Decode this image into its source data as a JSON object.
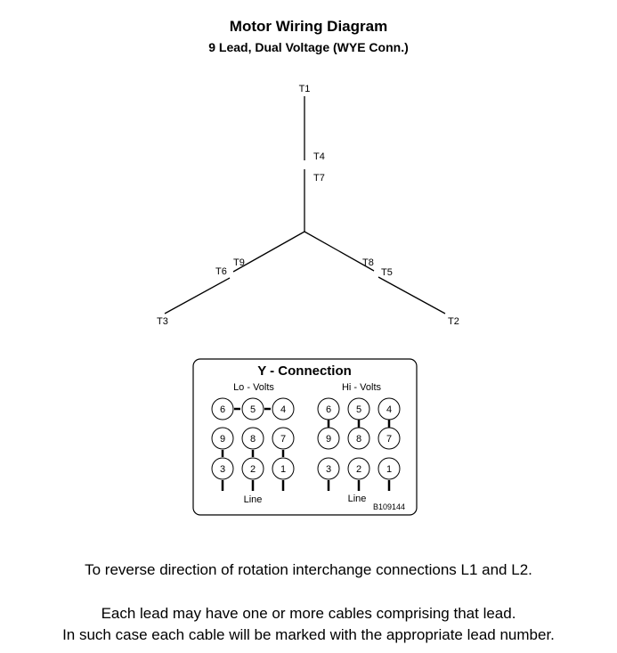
{
  "header": {
    "title": "Motor Wiring Diagram",
    "subtitle": "9 Lead, Dual Voltage (WYE Conn.)"
  },
  "wye_labels": {
    "t1": "T1",
    "t4": "T4",
    "t7": "T7",
    "t9": "T9",
    "t6": "T6",
    "t3": "T3",
    "t8": "T8",
    "t5": "T5",
    "t2": "T2"
  },
  "connection_box": {
    "title": "Y - Connection",
    "lo_title": "Lo - Volts",
    "hi_title": "Hi - Volts",
    "lo_line_label": "Line",
    "hi_line_label": "Line",
    "part_number": "B109144",
    "lo_rows": [
      [
        "6",
        "5",
        "4"
      ],
      [
        "9",
        "8",
        "7"
      ],
      [
        "3",
        "2",
        "1"
      ]
    ],
    "hi_rows": [
      [
        "6",
        "5",
        "4"
      ],
      [
        "9",
        "8",
        "7"
      ],
      [
        "3",
        "2",
        "1"
      ]
    ]
  },
  "notes": {
    "reverse": "To reverse direction of rotation interchange connections L1 and L2.",
    "cables_1": "Each lead may have one or more cables comprising that lead.",
    "cables_2": "In such case each cable will be marked with the appropriate lead number."
  }
}
